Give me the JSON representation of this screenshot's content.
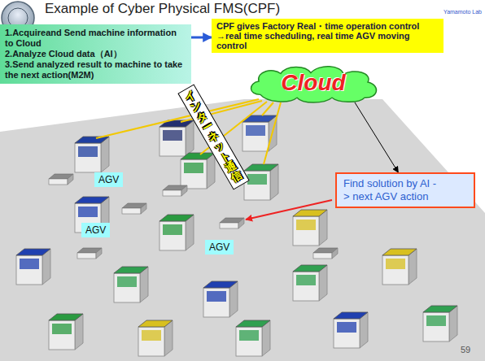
{
  "diagram": {
    "title": "Example of Cyber Physical FMS(CPF)",
    "nodes": [
      {
        "text": [
          "1.Acquireand Send machine information to Cloud",
          "2.Analyze Cloud data（AI）",
          "3.Send analyzed result to machine to take the next action(M2M)"
        ]
      },
      {
        "text": [
          "CPF gives Factory Real・time operation control",
          "→real time scheduling, real time AGV moving control"
        ]
      },
      {
        "text": [
          "Cloud"
        ]
      },
      {
        "text": [
          "インターネット通信"
        ]
      },
      {
        "text": [
          "Find solution by AI -> next AGV action"
        ]
      },
      {
        "text": [
          "AGV"
        ]
      },
      {
        "text": [
          "AGV"
        ]
      },
      {
        "text": [
          "AGV"
        ]
      }
    ],
    "edges": [
      {
        "from": 0,
        "to": 1,
        "arrow": "to"
      },
      {
        "from": 2,
        "to": 4,
        "arrow": "to"
      }
    ],
    "labels": [
      "Yamamoto Lab",
      "59"
    ]
  }
}
